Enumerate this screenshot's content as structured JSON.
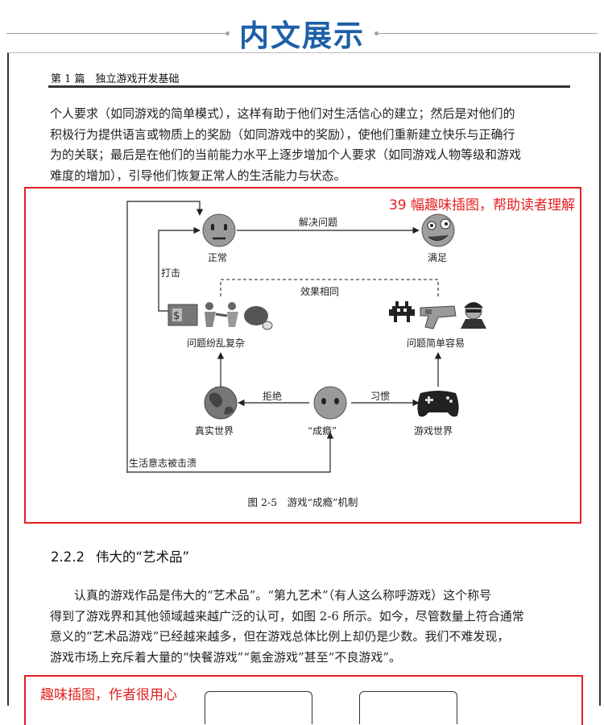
{
  "banner": {
    "title": "内文展示"
  },
  "page": {
    "running_head": "第 1 篇　独立游戏开发基础",
    "paragraph1_lines": [
      "个人要求（如同游戏的简单模式），这样有助于他们对生活信心的建立；然后是对他们的",
      "积极行为提供语言或物质上的奖励（如同游戏中的奖励），使他们重新建立快乐与正确行",
      "为的关联；最后是在他们的当前能力水平上逐步增加个人要求（如同游戏人物等级和游戏",
      "难度的增加），引导他们恢复正常人的生活能力与状态。"
    ],
    "figure": {
      "callout": "39 幅趣味插图，帮助读者理解",
      "caption": "图 2-5　游戏“成瘾”机制",
      "nodes": {
        "normal": "正常",
        "satisfied": "满足",
        "complex": "问题纷乱复杂",
        "simple": "问题简单容易",
        "real_world": "真实世界",
        "addiction": "“成瘾”",
        "game_world": "游戏世界"
      },
      "edges": {
        "solve": "解决问题",
        "hit": "打击",
        "same_effect": "效果相同",
        "refuse": "拒绝",
        "habit": "习惯",
        "crushed": "生活意志被击溃"
      },
      "icons": [
        "neutral-face-icon",
        "winking-face-icon",
        "money-icon",
        "fighting-people-icon",
        "meat-icon",
        "space-invader-icon",
        "toy-gun-icon",
        "superhero-icon",
        "globe-icon",
        "sleepy-face-icon",
        "gamepad-icon"
      ]
    },
    "section": {
      "number": "2.2.2",
      "title": "伟大的“艺术品”"
    },
    "paragraph2_lines": [
      "认真的游戏作品是伟大的“艺术品”。“第九艺术”（有人这么称呼游戏）这个称号",
      "得到了游戏界和其他领域越来越广泛的认可，如图 2-6 所示。如今，尽管数量上符合通常",
      "意义的“艺术品游戏”已经越来越多，但在游戏总体比例上却仍是少数。我们不难发现，",
      "游戏市场上充斥着大量的“快餐游戏”“氪金游戏”甚至“不良游戏”。"
    ],
    "bottom_callout": "趣味插图，作者很用心"
  }
}
